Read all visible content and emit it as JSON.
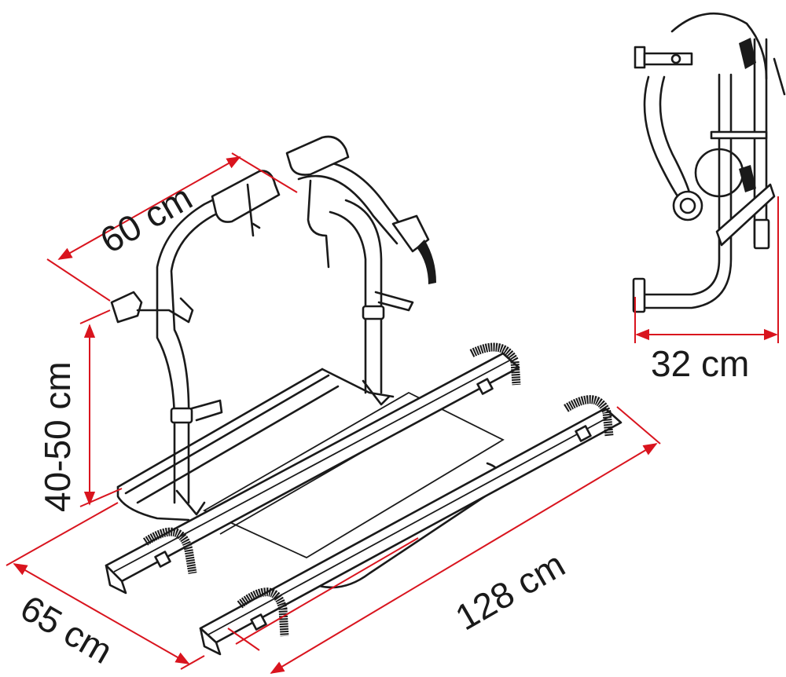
{
  "diagram": {
    "subject": "Caravan rear bike carrier – dimension drawing",
    "colors": {
      "line": "#1a1a1a",
      "dimension": "#d9141e",
      "background": "#ffffff"
    },
    "views": [
      {
        "id": "perspective",
        "label": "Perspective view"
      },
      {
        "id": "side",
        "label": "Side view (folded)"
      }
    ],
    "dimensions": {
      "width_top": "60 cm",
      "height": "40-50 cm",
      "depth": "65 cm",
      "length": "128 cm",
      "folded_depth": "32 cm"
    }
  }
}
